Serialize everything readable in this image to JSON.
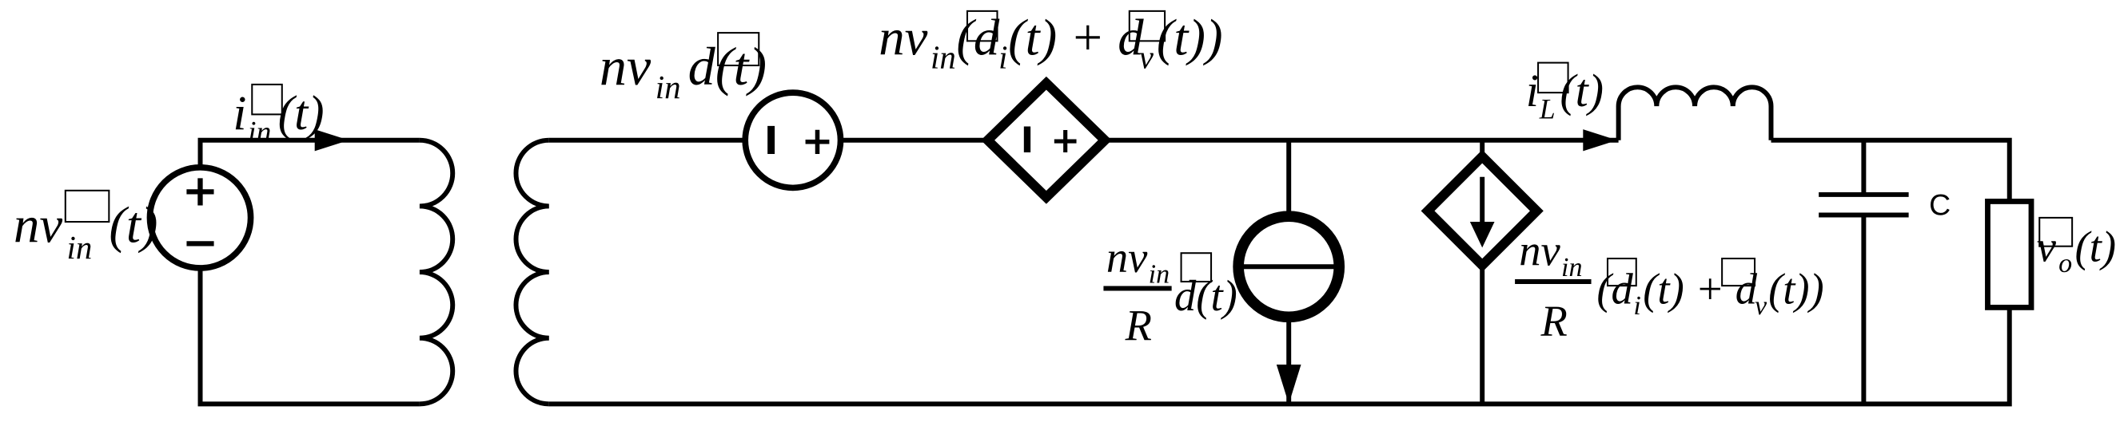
{
  "colors": {
    "ink": "#000000",
    "background": "#ffffff"
  },
  "input_source": {
    "label": {
      "main": "nv",
      "sub": "in",
      "arg": "(t)"
    },
    "plus": "+",
    "minus": "−"
  },
  "input_current": {
    "main": "i",
    "sub": "in",
    "arg": "(t)"
  },
  "series_source": {
    "label": {
      "main": "nv",
      "sub": "in",
      "arg": "d(t)"
    },
    "minus": "I",
    "plus": "+"
  },
  "dependent_voltage_source": {
    "label": {
      "main": "nv",
      "sub": "in",
      "open": "(d",
      "sub_i": "i",
      "mid": "(t) + d",
      "sub_v": "v",
      "close": "(t))"
    },
    "minus": "I",
    "plus": "+"
  },
  "current_source": {
    "label": {
      "num_main": "nv",
      "num_sub": "in",
      "den": "R",
      "factor": "d(t)"
    }
  },
  "dependent_current_source": {
    "label": {
      "num_main": "nv",
      "num_sub": "in",
      "den": "R",
      "open": "(d",
      "sub_i": "i",
      "mid": "(t) + d",
      "sub_v": "v",
      "close": "(t))"
    }
  },
  "inductor_current": {
    "main": "i",
    "sub": "L",
    "arg": "(t)"
  },
  "capacitor": {
    "label": "C"
  },
  "output_voltage": {
    "main": "v",
    "sub": "o",
    "arg": "(t)"
  }
}
